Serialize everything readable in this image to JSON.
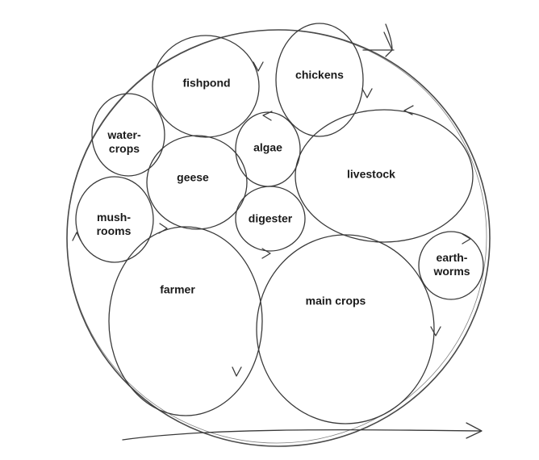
{
  "nodes": {
    "fishpond": "fishpond",
    "chickens": "chickens",
    "water_crops": "water-\ncrops",
    "algae": "algae",
    "livestock": "livestock",
    "geese": "geese",
    "mushrooms": "mush-\nrooms",
    "digester": "digester",
    "earthworms": "earth-\nworms",
    "farmer": "farmer",
    "main_crops": "main crops"
  }
}
